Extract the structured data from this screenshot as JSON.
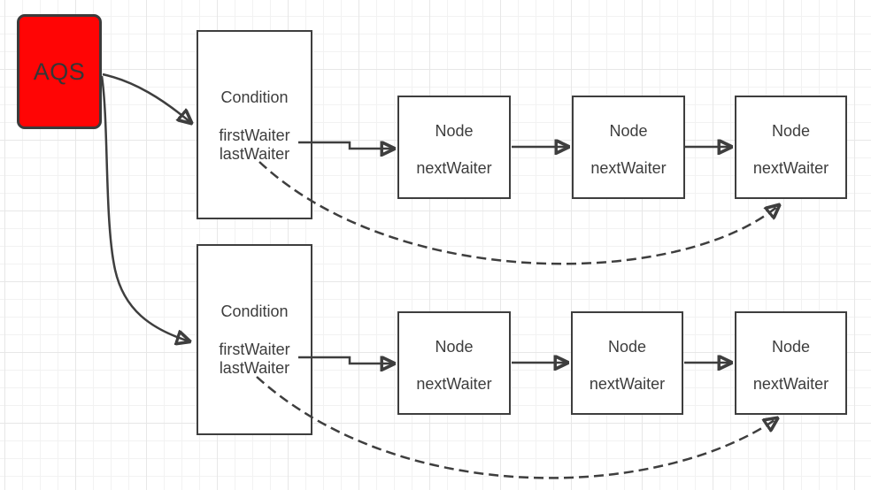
{
  "diagram": {
    "topic": "AQS condition queues",
    "colors": {
      "aqs_fill": "#ff0505",
      "stroke": "#3e3e3e",
      "text": "#3d3d3d",
      "box_fill": "#ffffff",
      "grid_minor": "#f2f2f2",
      "grid_major": "#e7e7e7",
      "background": "#ffffff"
    },
    "aqs": {
      "label": "AQS"
    },
    "condition_queues": [
      {
        "box": {
          "title": "Condition",
          "fields": [
            "firstWaiter",
            "lastWaiter"
          ]
        },
        "nodes": [
          {
            "title": "Node",
            "field": "nextWaiter"
          },
          {
            "title": "Node",
            "field": "nextWaiter"
          },
          {
            "title": "Node",
            "field": "nextWaiter"
          }
        ]
      },
      {
        "box": {
          "title": "Condition",
          "fields": [
            "firstWaiter",
            "lastWaiter"
          ]
        },
        "nodes": [
          {
            "title": "Node",
            "field": "nextWaiter"
          },
          {
            "title": "Node",
            "field": "nextWaiter"
          },
          {
            "title": "Node",
            "field": "nextWaiter"
          }
        ]
      }
    ]
  }
}
